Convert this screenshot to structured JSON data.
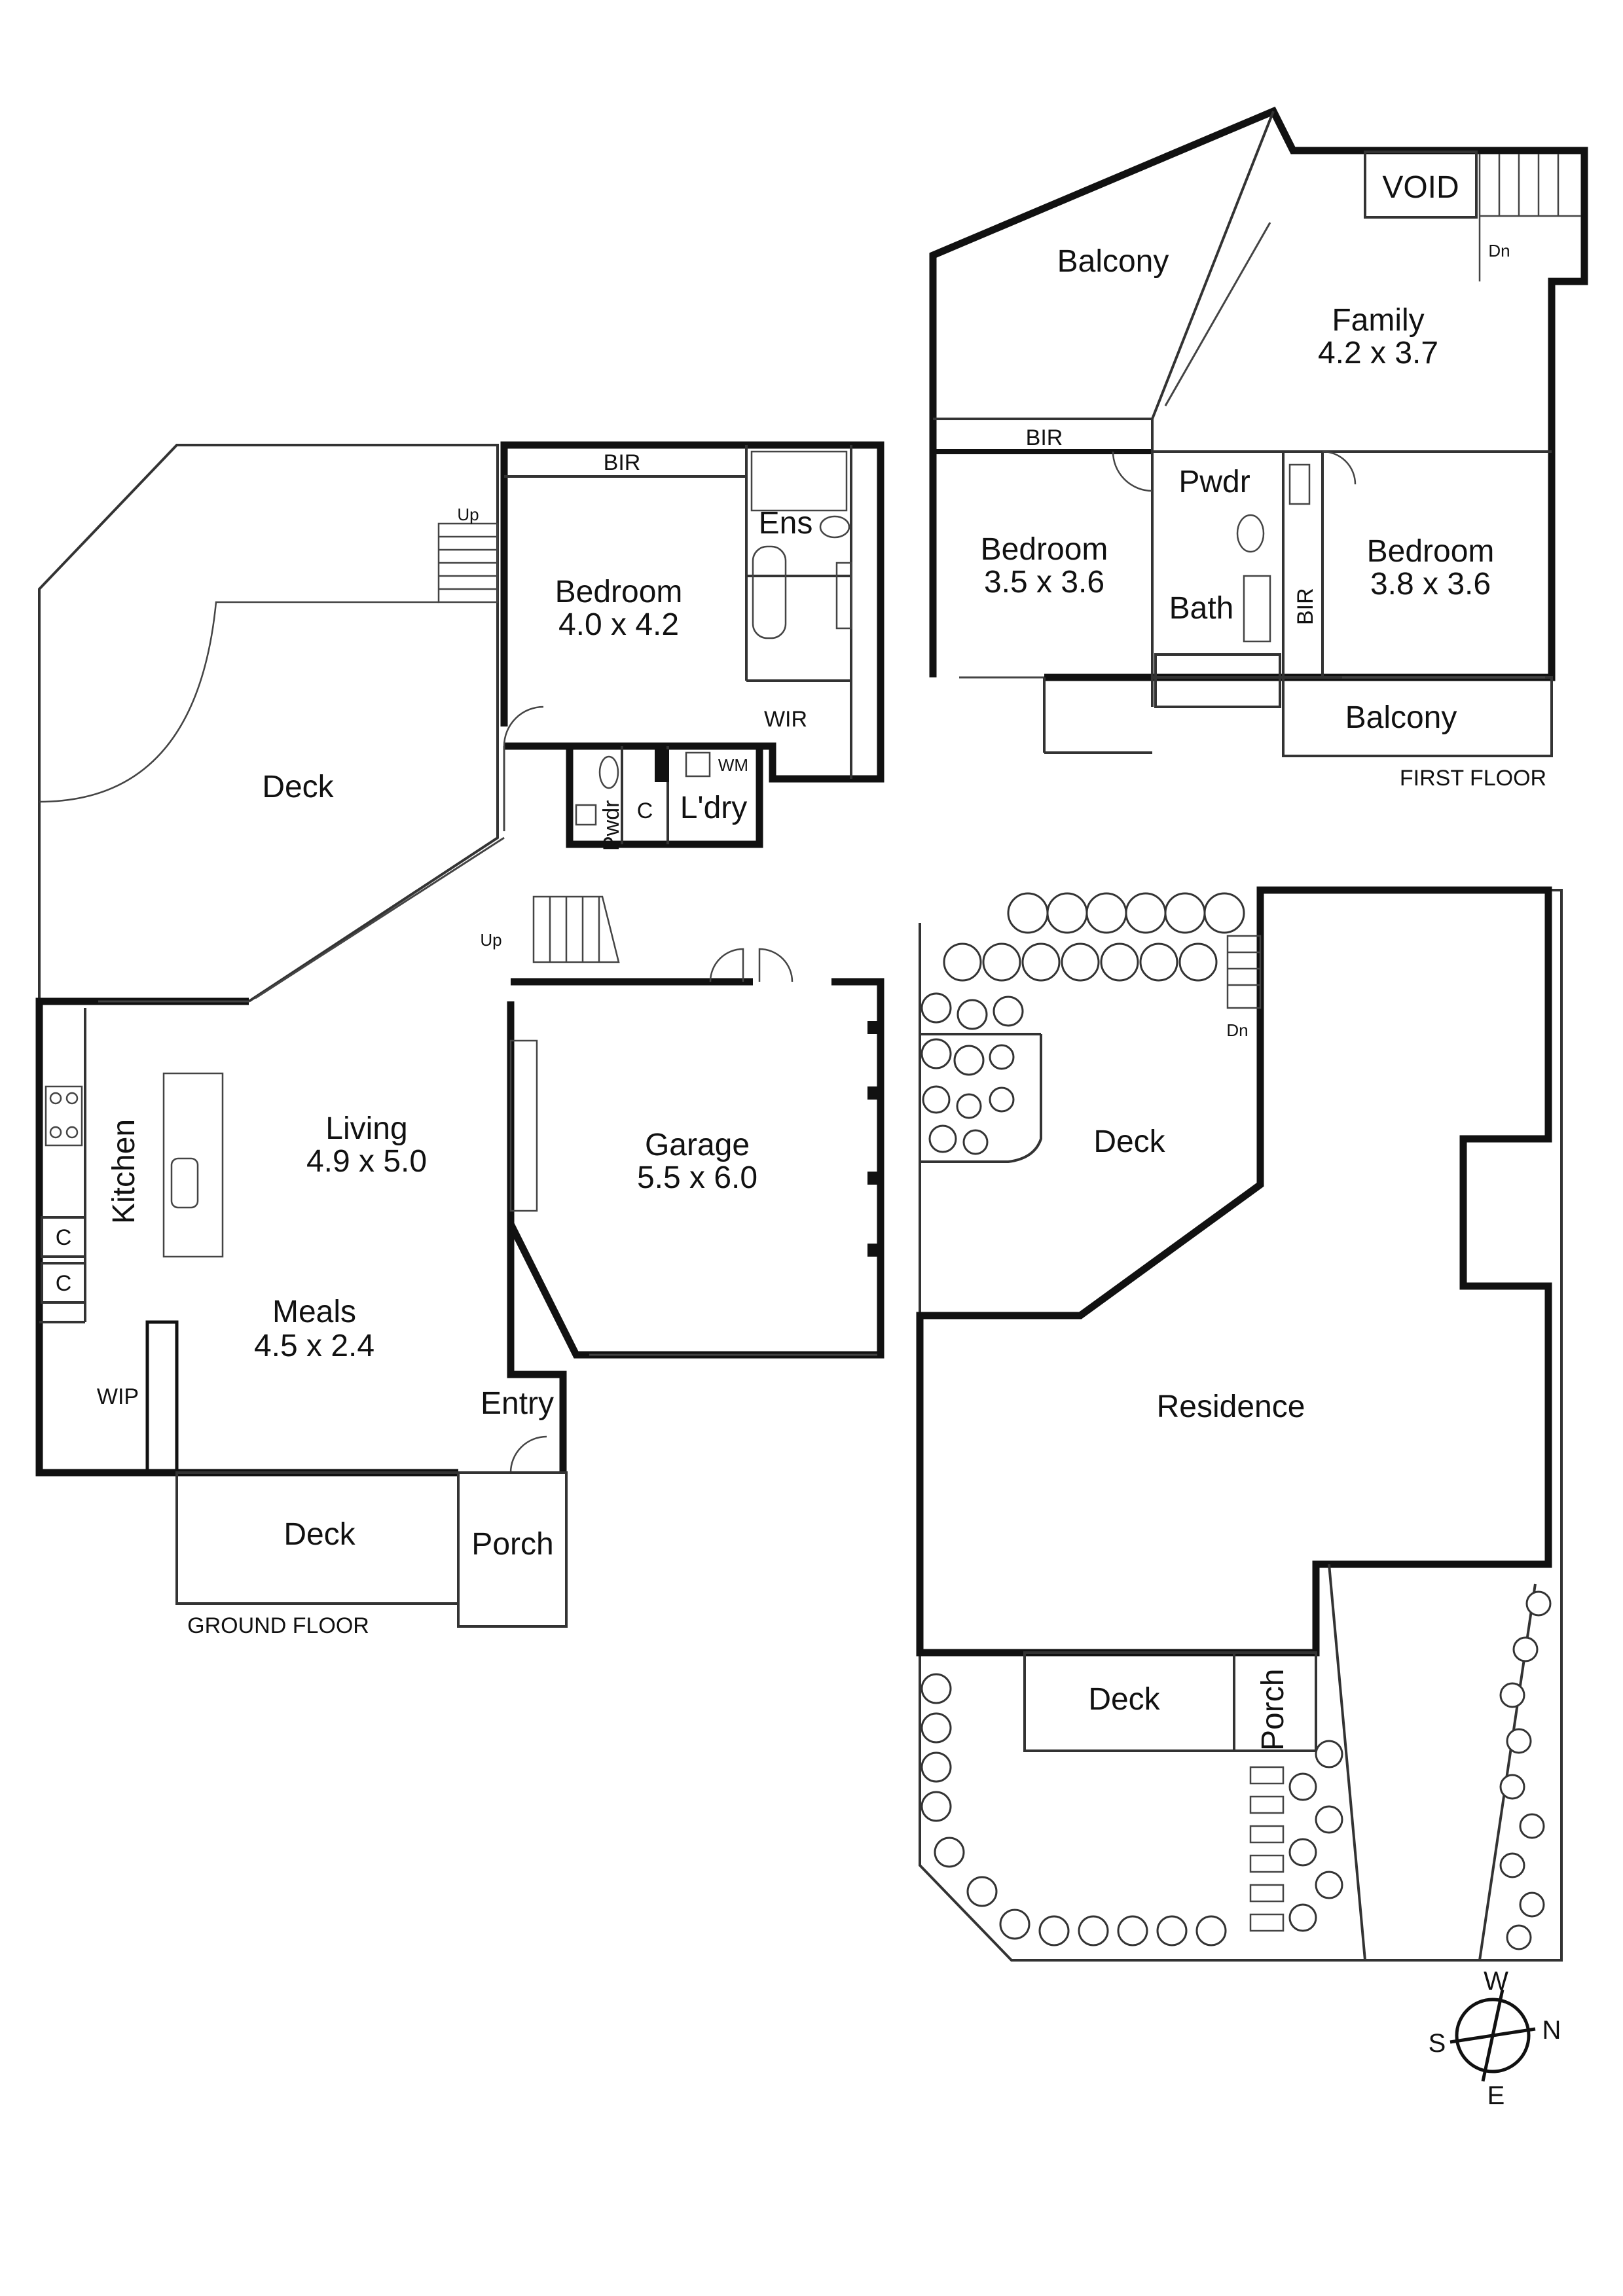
{
  "labels": {
    "ground_floor": "GROUND FLOOR",
    "first_floor": "FIRST FLOOR",
    "deck_main": "Deck",
    "bir_ground": "BIR",
    "bedroom_ground": "Bedroom",
    "bedroom_ground_size": "4.0 x 4.2",
    "ens": "Ens",
    "wir": "WIR",
    "pwdr_ground": "Pwdr",
    "c_ldry": "C",
    "wm": "WM",
    "ldry": "L'dry",
    "up_top": "Up",
    "up_garage": "Up",
    "kitchen": "Kitchen",
    "living": "Living",
    "living_size": "4.9 x 5.0",
    "meals": "Meals",
    "meals_size": "4.5 x 2.4",
    "c1": "C",
    "c2": "C",
    "wip": "WIP",
    "garage": "Garage",
    "garage_size": "5.5 x 6.0",
    "entry": "Entry",
    "deck_front": "Deck",
    "porch": "Porch",
    "balcony_top": "Balcony",
    "void": "VOID",
    "dn_ff": "Dn",
    "family": "Family",
    "family_size": "4.2 x 3.7",
    "bir_ff": "BIR",
    "pwdr_ff": "Pwdr",
    "bedroom_ff1": "Bedroom",
    "bedroom_ff1_size": "3.5 x 3.6",
    "bath": "Bath",
    "bir_ff2": "BIR",
    "bedroom_ff2": "Bedroom",
    "bedroom_ff2_size": "3.8 x 3.6",
    "balcony_bottom": "Balcony",
    "site_deck_top": "Deck",
    "site_dn": "Dn",
    "residence": "Residence",
    "site_deck_bottom": "Deck",
    "site_porch": "Porch",
    "compass_w": "W",
    "compass_s": "S",
    "compass_n": "N",
    "compass_e": "E"
  },
  "colors": {
    "wall": "#111111",
    "background": "#ffffff"
  }
}
